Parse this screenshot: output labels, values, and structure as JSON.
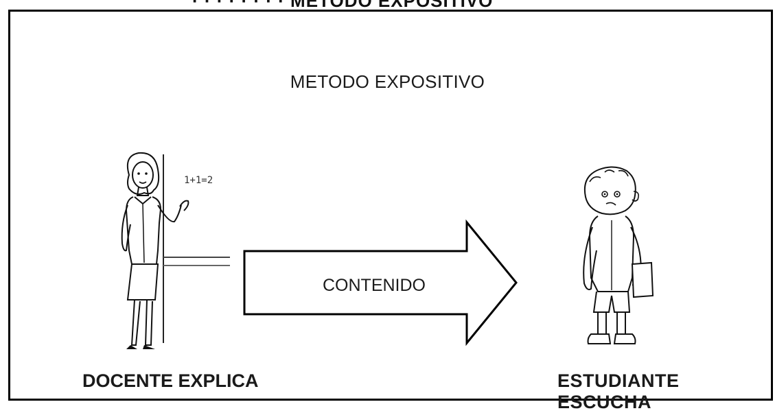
{
  "diagram": {
    "cut_title": "· · · · · · · · METODO EXPOSITIVO",
    "title": "METODO EXPOSITIVO",
    "arrow_label": "CONTENIDO",
    "board_equation": "1+1=2",
    "left_caption": "DOCENTE EXPLICA",
    "right_caption": "ESTUDIANTE ESCUCHA",
    "icons": {
      "teacher": "teacher-figure-icon",
      "student": "student-figure-icon",
      "arrow": "right-arrow-icon"
    },
    "colors": {
      "stroke": "#000000",
      "background": "#ffffff"
    }
  }
}
